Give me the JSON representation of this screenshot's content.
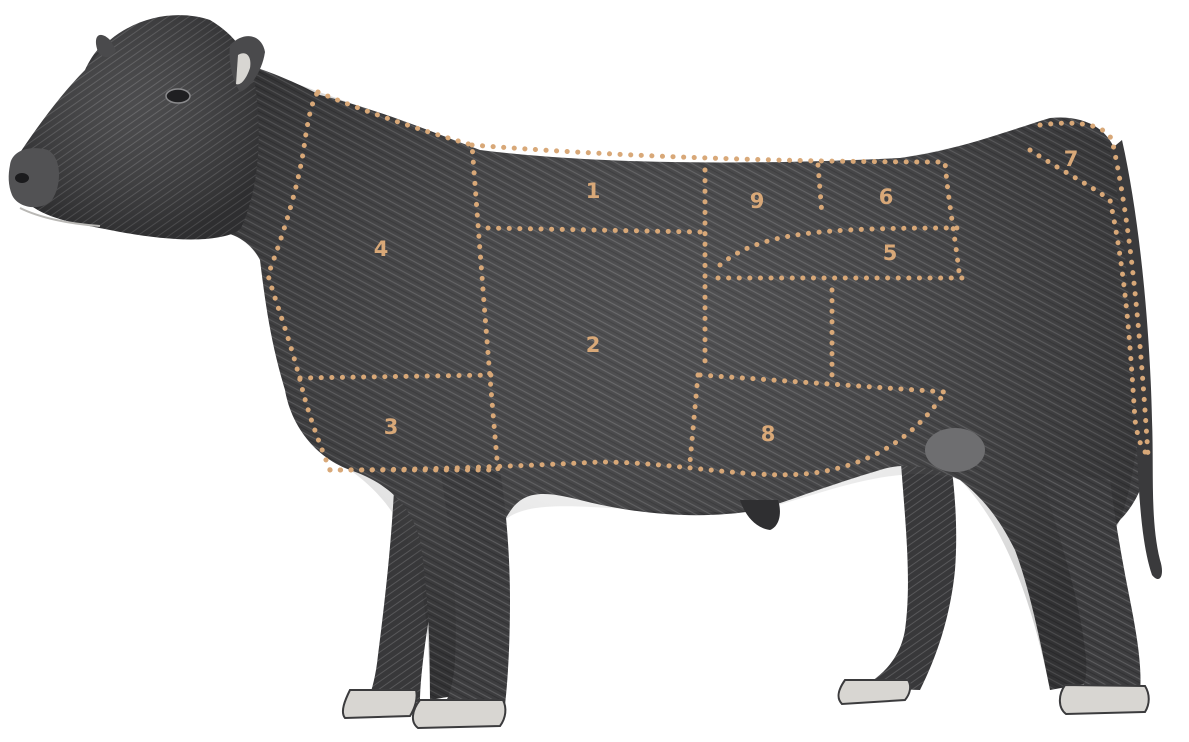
{
  "colors": {
    "background": "#ffffff",
    "animal_dark": "#3b3b3d",
    "animal_mid": "#4a4a4c",
    "animal_light": "#6e6e70",
    "hoof": "#d8d6d2",
    "accent": "#d8a878"
  },
  "labels": {
    "cut_1": "1",
    "cut_2": "2",
    "cut_3": "3",
    "cut_4": "4",
    "cut_5": "5",
    "cut_6": "6",
    "cut_7": "7",
    "cut_8": "8",
    "cut_9": "9"
  }
}
